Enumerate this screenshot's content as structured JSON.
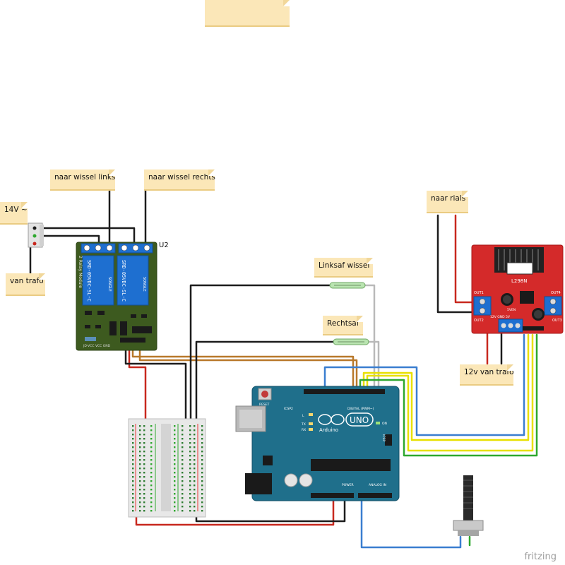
{
  "notes": {
    "top": "",
    "wissel_links": "naar wissel links",
    "wissel_rechts": "naar wissel rechts",
    "ac_input": "14V ~",
    "van_trafo": "van trafo",
    "linksaf": "Linksaf wissel",
    "rechtsaf": "Rechtsaf",
    "naar_rials": "naar rials",
    "trafo_12v": "12v van trafo"
  },
  "relay": {
    "ref": "U2",
    "title": "2 Relay Module",
    "relay_model": "SRD-05VDC-SL-C",
    "brand": "SONGLE",
    "pins": "JD-VCC VCC GND"
  },
  "driver": {
    "chip": "L298N",
    "out1": "OUT1",
    "out2": "OUT2",
    "out3": "OUT3",
    "out4": "OUT4",
    "power_pins": "12V GND 5V",
    "jumper": "5VEN"
  },
  "arduino": {
    "brand": "Arduino",
    "model": "UNO",
    "reset": "RESET",
    "icsp2": "ICSP2",
    "icsp": "ICSP",
    "digital_label": "DIGITAL (PWM~)",
    "power_label": "POWER",
    "analog_label": "ANALOG IN",
    "on": "ON",
    "tx": "TX",
    "rx": "RX",
    "l": "L"
  },
  "footer": {
    "brand": "fritzing"
  },
  "colors": {
    "wire_black": "#1c1c1c",
    "wire_red": "#c8281e",
    "wire_blue": "#3a7ed0",
    "wire_yellow": "#e8e000",
    "wire_green": "#2ea82e",
    "wire_orange": "#b8782a",
    "wire_white": "#b9b9b9",
    "relay_pcb": "#3d5a1f",
    "relay_blue": "#1e6fd0",
    "driver_red": "#d42a2a",
    "arduino_teal": "#1f6f8b",
    "note_fill": "#fbe7b8"
  }
}
